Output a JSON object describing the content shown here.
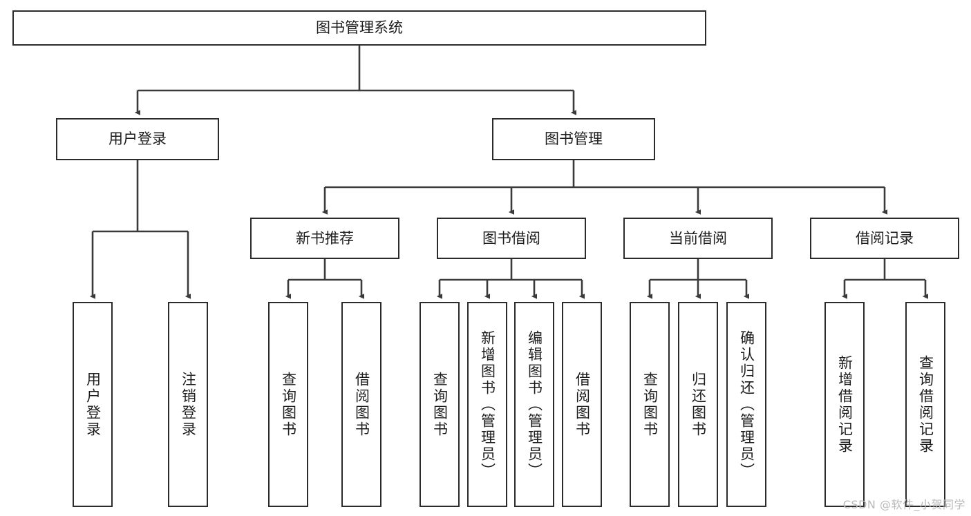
{
  "diagram": {
    "title": "图书管理系统",
    "type": "tree-hierarchy",
    "orientation": "top-down",
    "colors": {
      "box_border": "#2b2b2b",
      "box_fill": "#ffffff",
      "connector": "#3a3a3a",
      "text": "#1d1d1d",
      "watermark": "#b9b9b9",
      "background": "#ffffff"
    }
  },
  "root": {
    "label": "图书管理系统"
  },
  "level2": [
    {
      "label": "用户登录"
    },
    {
      "label": "图书管理"
    }
  ],
  "level3": [
    {
      "label": "新书推荐"
    },
    {
      "label": "图书借阅"
    },
    {
      "label": "当前借阅"
    },
    {
      "label": "借阅记录"
    }
  ],
  "leaves": {
    "user_login": [
      {
        "label": "用户登录"
      },
      {
        "label": "注销登录"
      }
    ],
    "new_book_recommend": [
      {
        "label": "查询图书"
      },
      {
        "label": "借阅图书"
      }
    ],
    "book_borrow": [
      {
        "label": "查询图书"
      },
      {
        "label": "新增图书（管理员）"
      },
      {
        "label": "编辑图书（管理员）"
      },
      {
        "label": "借阅图书"
      }
    ],
    "current_borrow": [
      {
        "label": "查询图书"
      },
      {
        "label": "归还图书"
      },
      {
        "label": "确认归还（管理员）"
      }
    ],
    "borrow_record": [
      {
        "label": "新增借阅记录"
      },
      {
        "label": "查询借阅记录"
      }
    ]
  },
  "watermark": {
    "text": "CSDN @软件_小贺同学"
  }
}
